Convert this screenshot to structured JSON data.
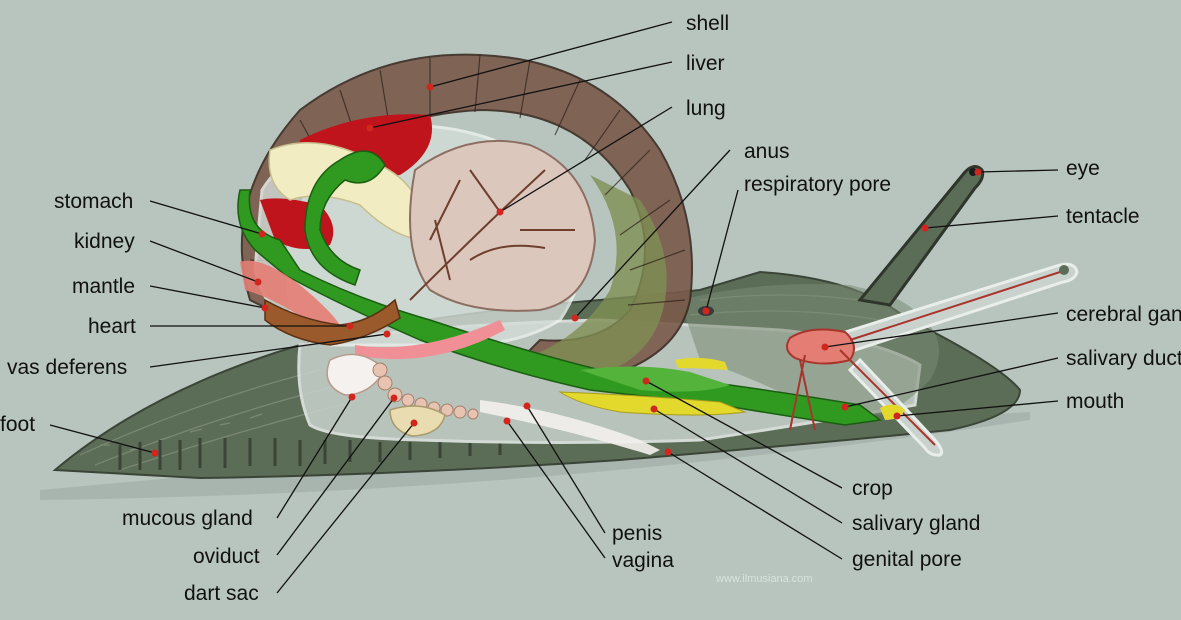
{
  "labels": {
    "shell": "shell",
    "liver": "liver",
    "lung": "lung",
    "anus": "anus",
    "respiratory_pore": "respiratory pore",
    "eye": "eye",
    "tentacle": "tentacle",
    "stomach": "stomach",
    "kidney": "kidney",
    "mantle": "mantle",
    "heart": "heart",
    "vas_deferens": "vas deferens",
    "foot": "foot",
    "cerebral_ganglion": "cerebral ganglion",
    "salivary_duct": "salivary duct",
    "mouth": "mouth",
    "crop": "crop",
    "salivary_gland": "salivary gland",
    "genital_pore": "genital pore",
    "mucous_gland": "mucous gland",
    "oviduct": "oviduct",
    "dart_sac": "dart sac",
    "penis": "penis",
    "vagina": "vagina"
  },
  "watermark": "www.ilmusiana.com",
  "colors": {
    "background": "#b7c5be",
    "shell": "#7a5a4a",
    "liver": "#c0141c",
    "lung": "#dcc7bd",
    "digestive": "#2f9a1f",
    "gland": "#e2d92c",
    "foot": "#5c6d57",
    "label_dot": "#d0261e"
  }
}
